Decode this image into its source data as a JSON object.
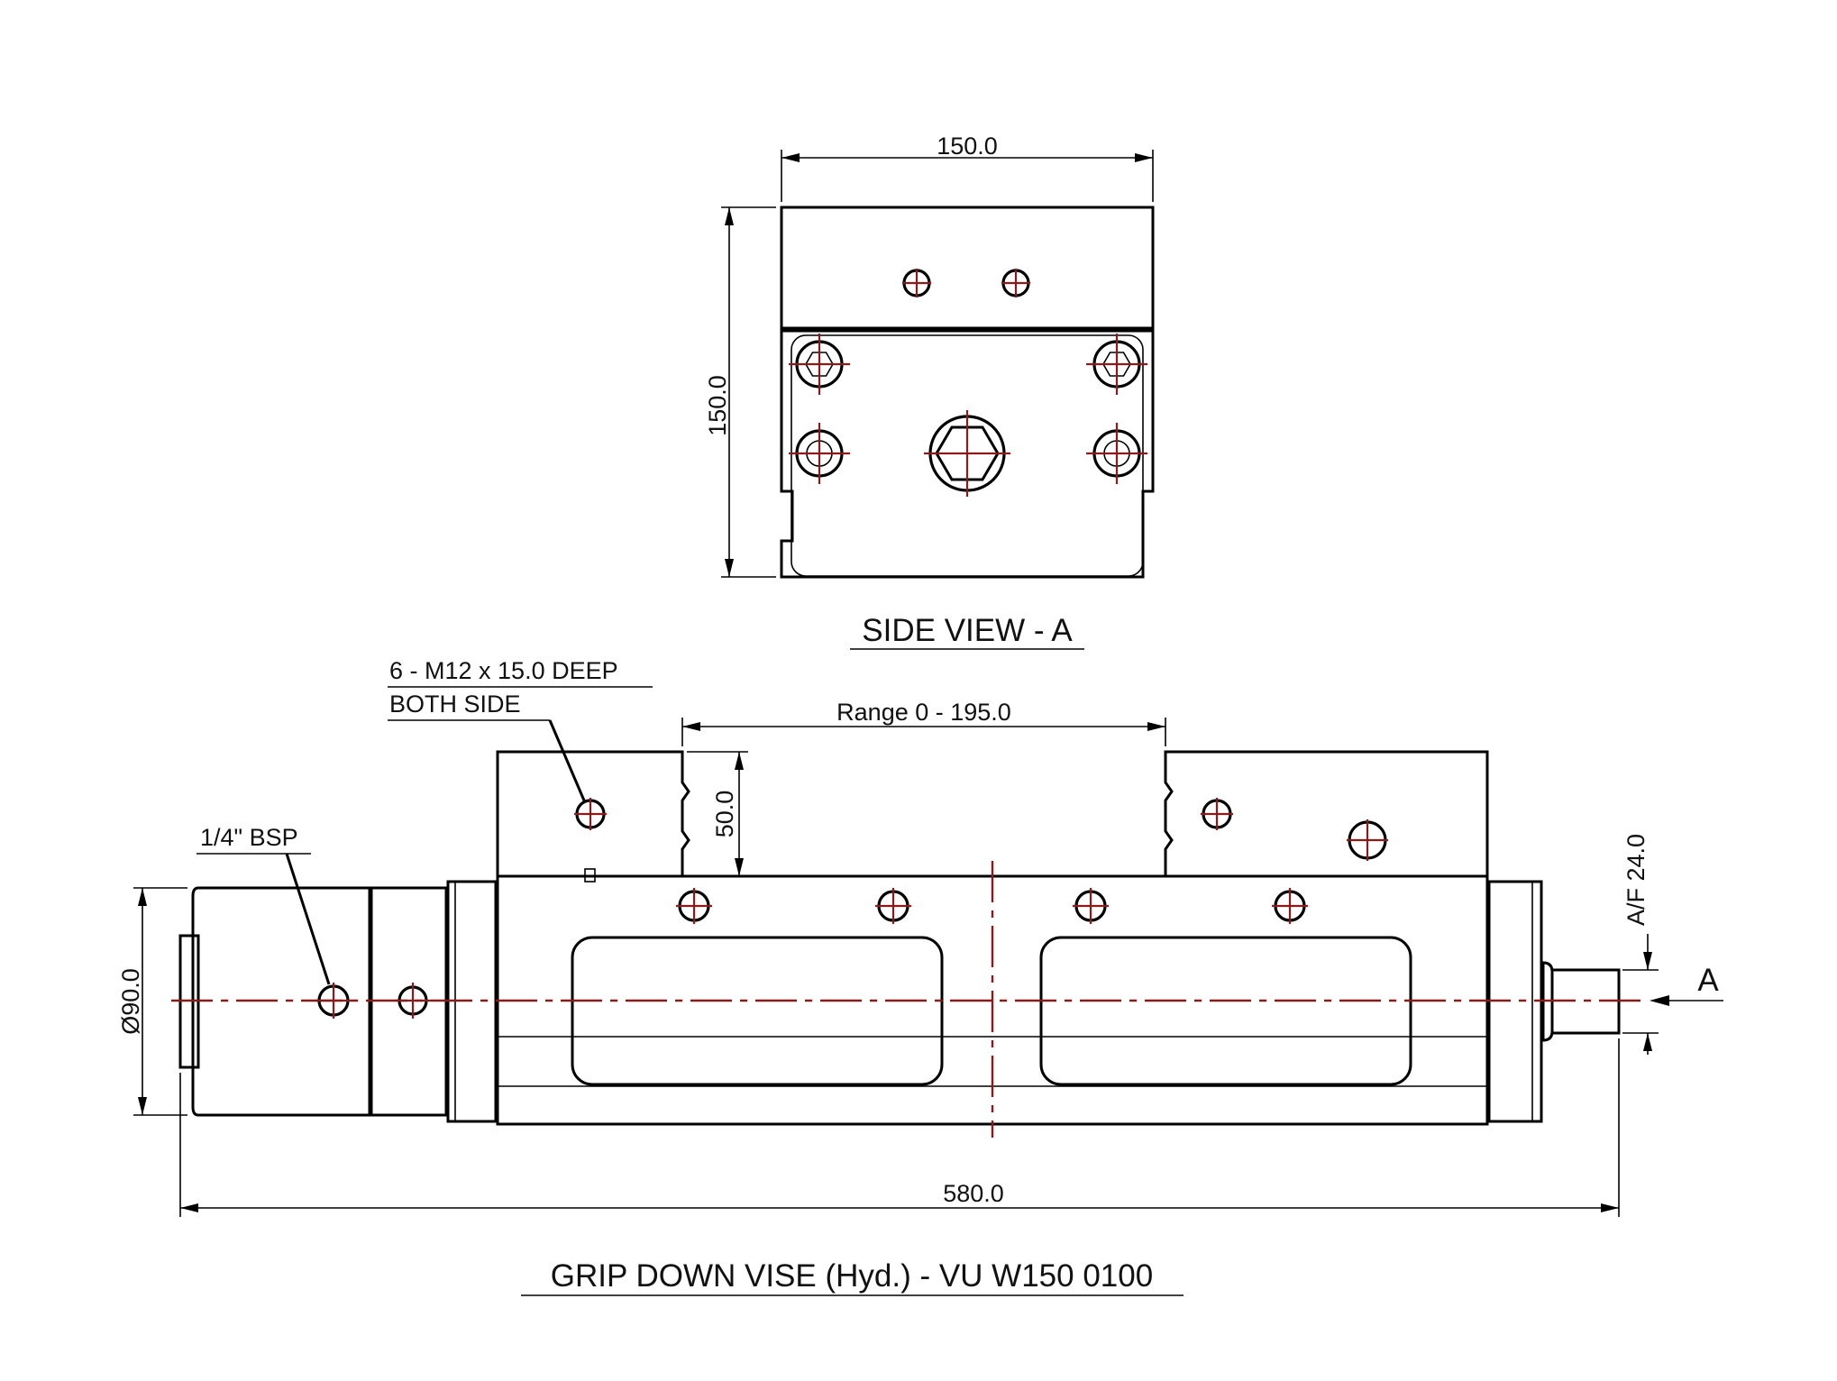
{
  "side_view": {
    "title": "SIDE VIEW - A",
    "width_dim": "150.0",
    "height_dim": "150.0"
  },
  "main_view": {
    "title": "GRIP DOWN VISE (Hyd.) - VU W150 0100",
    "range_dim": "Range 0 - 195.0",
    "jaw_height_dim": "50.0",
    "diameter_dim": "Ø90.0",
    "overall_length_dim": "580.0",
    "across_flats_dim": "A/F 24.0",
    "view_arrow_label": "A",
    "note_thread_line1": "6 - M12 x 15.0 DEEP",
    "note_thread_line2": "BOTH SIDE",
    "note_port": "1/4\" BSP"
  },
  "colors": {
    "outline": "#000000",
    "centerline": "#8b1a1a"
  }
}
